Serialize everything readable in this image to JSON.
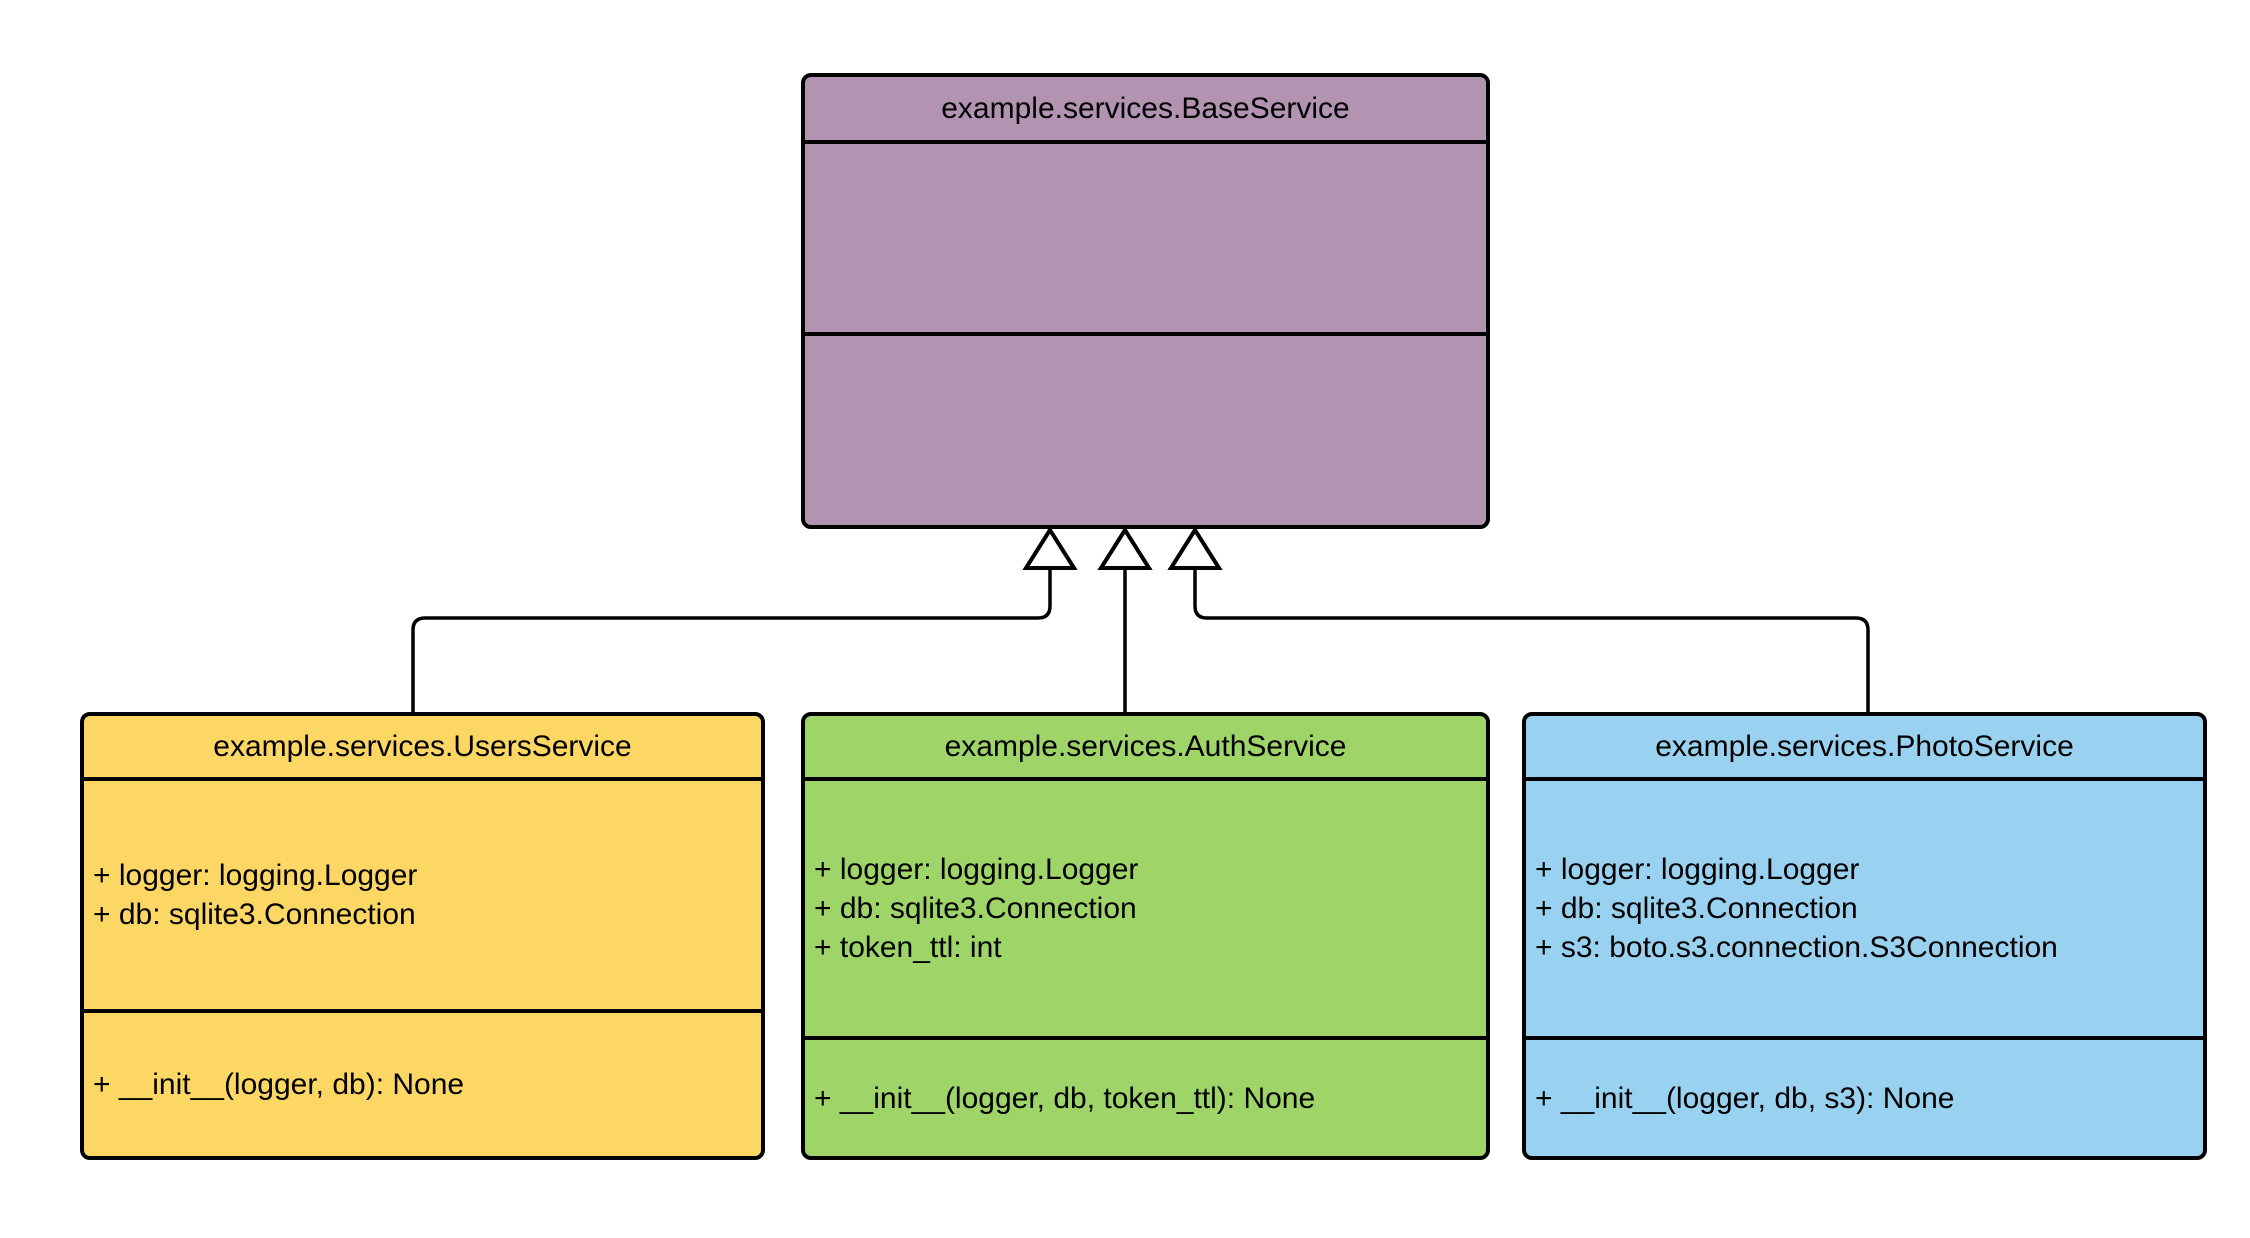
{
  "diagram": {
    "type": "uml-class-diagram",
    "background_color": "#ffffff",
    "line_color": "#000000",
    "text_color": "#000000",
    "triangle_fill": "#ffffff",
    "classes": [
      {
        "id": "base",
        "title": "example.services.BaseService",
        "fill": "#b294b2",
        "attributes": [],
        "methods": []
      },
      {
        "id": "users",
        "title": "example.services.UsersService",
        "fill": "#fcd763",
        "attributes": [
          "+ logger: logging.Logger",
          "+ db: sqlite3.Connection"
        ],
        "methods": [
          "+ __init__(logger, db): None"
        ]
      },
      {
        "id": "auth",
        "title": "example.services.AuthService",
        "fill": "#9fd468",
        "attributes": [
          "+ logger: logging.Logger",
          "+ db: sqlite3.Connection",
          "+ token_ttl: int"
        ],
        "methods": [
          "+ __init__(logger, db, token_ttl): None"
        ]
      },
      {
        "id": "photo",
        "title": "example.services.PhotoService",
        "fill": "#99d2f0",
        "attributes": [
          "+ logger: logging.Logger",
          "+ db: sqlite3.Connection",
          "+ s3: boto.s3.connection.S3Connection"
        ],
        "methods": [
          "+ __init__(logger, db, s3): None"
        ]
      }
    ],
    "relations": [
      {
        "type": "inheritance",
        "from": "example.services.UsersService",
        "to": "example.services.BaseService"
      },
      {
        "type": "inheritance",
        "from": "example.services.AuthService",
        "to": "example.services.BaseService"
      },
      {
        "type": "inheritance",
        "from": "example.services.PhotoService",
        "to": "example.services.BaseService"
      }
    ]
  }
}
